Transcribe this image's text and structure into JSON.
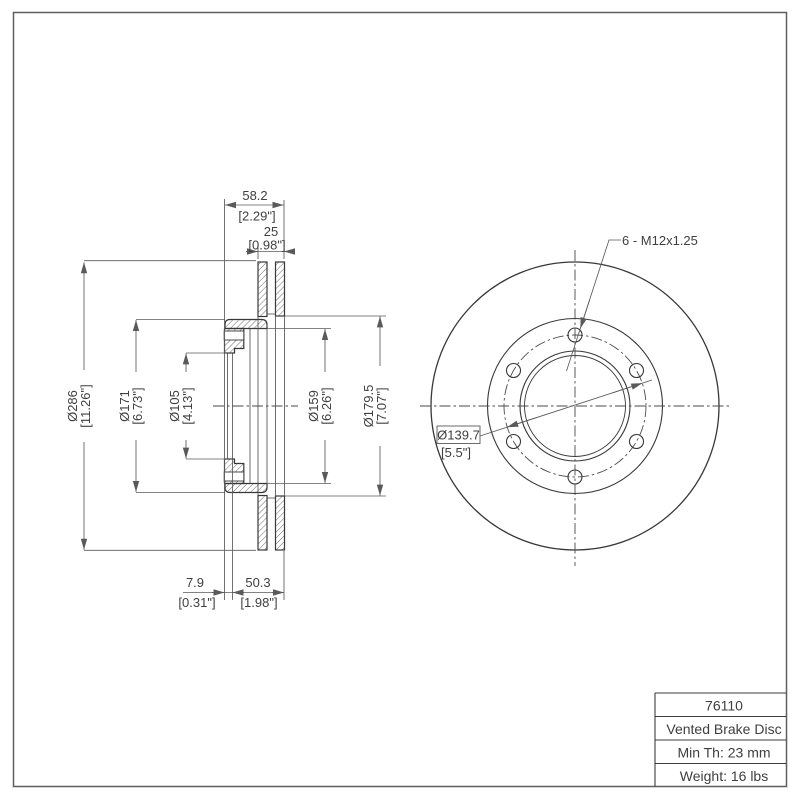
{
  "title_block": {
    "part_number": "76110",
    "product_name": "Vented Brake Disc",
    "min_thickness": "Min Th: 23 mm",
    "weight": "Weight: 16 lbs"
  },
  "annotations": {
    "bolt_pattern": "6 - M12x1.25"
  },
  "dimensions": {
    "overall_width": {
      "mm": "58.2",
      "inch": "[2.29\"]"
    },
    "plates_width": {
      "mm": "25",
      "inch": "[0.98\"]"
    },
    "outer_diameter": {
      "mm": "Ø286",
      "inch": "[11.26\"]"
    },
    "hat_outer_diameter": {
      "mm": "Ø171",
      "inch": "[6.73\"]"
    },
    "center_bore": {
      "mm": "Ø105",
      "inch": "[4.13\"]"
    },
    "hat_inner_diameter": {
      "mm": "Ø159",
      "inch": "[6.26\"]"
    },
    "friction_inner_diameter": {
      "mm": "Ø179.5",
      "inch": "[7.07\"]"
    },
    "flange_thickness": {
      "mm": "7.9",
      "inch": "[0.31\"]"
    },
    "hat_depth": {
      "mm": "50.3",
      "inch": "[1.98\"]"
    },
    "bolt_circle_diameter": {
      "mm": "Ø139.7",
      "inch": "[5.5\"]"
    }
  },
  "colors": {
    "part_line": "#383838",
    "dim_line": "#5a5a5a",
    "text": "#3f3f3f",
    "background": "#ffffff"
  }
}
